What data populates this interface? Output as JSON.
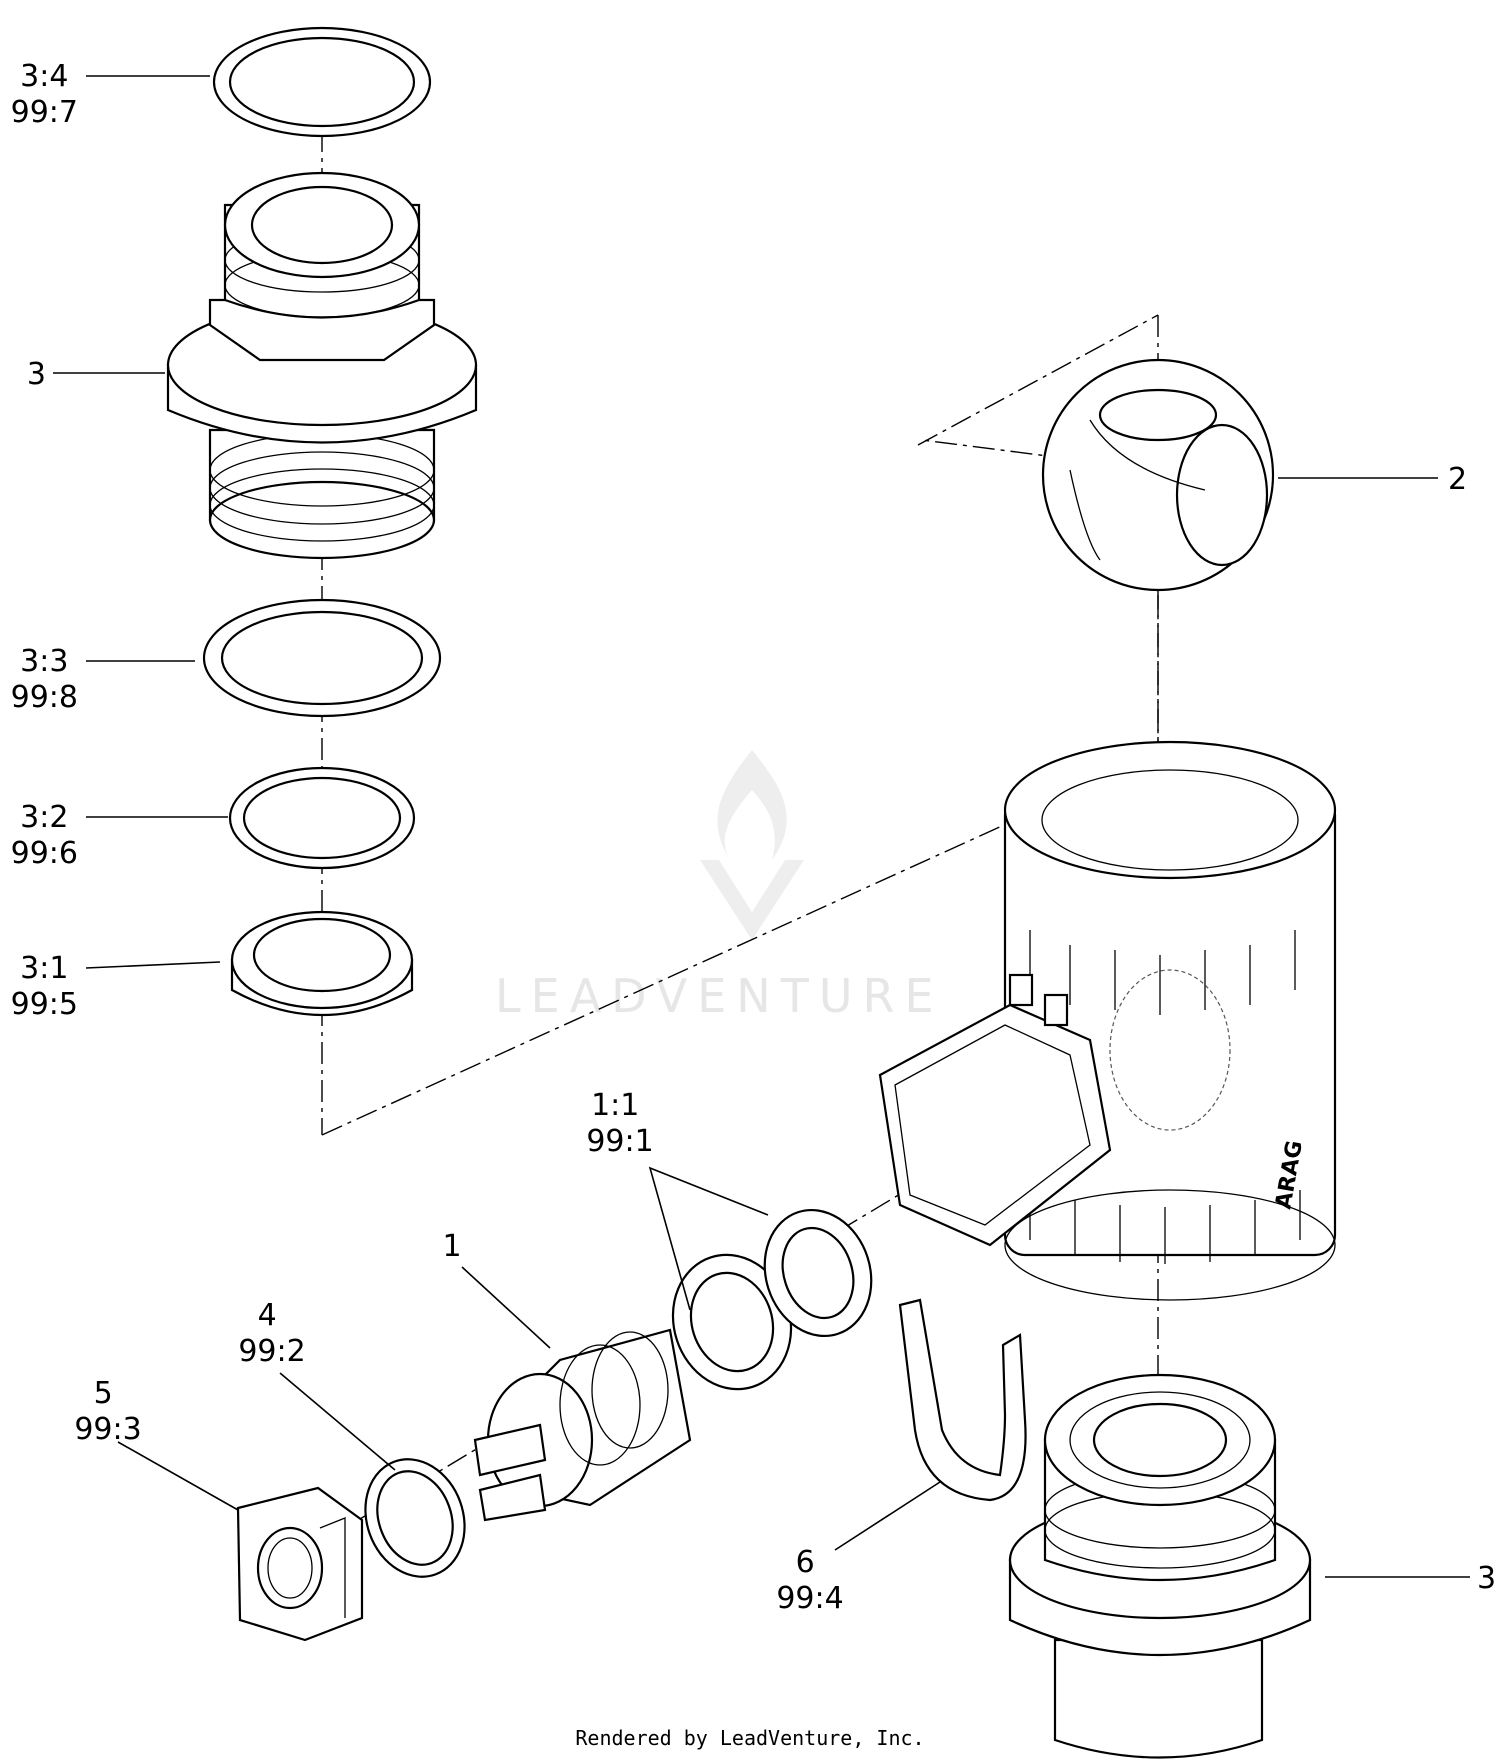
{
  "callouts": [
    {
      "id": "c34",
      "lines": [
        "3:4",
        "99:7"
      ]
    },
    {
      "id": "c3a",
      "lines": [
        "3"
      ]
    },
    {
      "id": "c33",
      "lines": [
        "3:3",
        "99:8"
      ]
    },
    {
      "id": "c32",
      "lines": [
        "3:2",
        "99:6"
      ]
    },
    {
      "id": "c31",
      "lines": [
        "3:1",
        "99:5"
      ]
    },
    {
      "id": "c2",
      "lines": [
        "2"
      ]
    },
    {
      "id": "c11",
      "lines": [
        "1:1",
        "99:1"
      ]
    },
    {
      "id": "c1",
      "lines": [
        "1"
      ]
    },
    {
      "id": "c4",
      "lines": [
        "4",
        "99:2"
      ]
    },
    {
      "id": "c5",
      "lines": [
        "5",
        "99:3"
      ]
    },
    {
      "id": "c6",
      "lines": [
        "6",
        "99:4"
      ]
    },
    {
      "id": "c3b",
      "lines": [
        "3"
      ]
    }
  ],
  "footer": "Rendered by LeadVenture, Inc.",
  "watermark": "LEADVENTURE"
}
